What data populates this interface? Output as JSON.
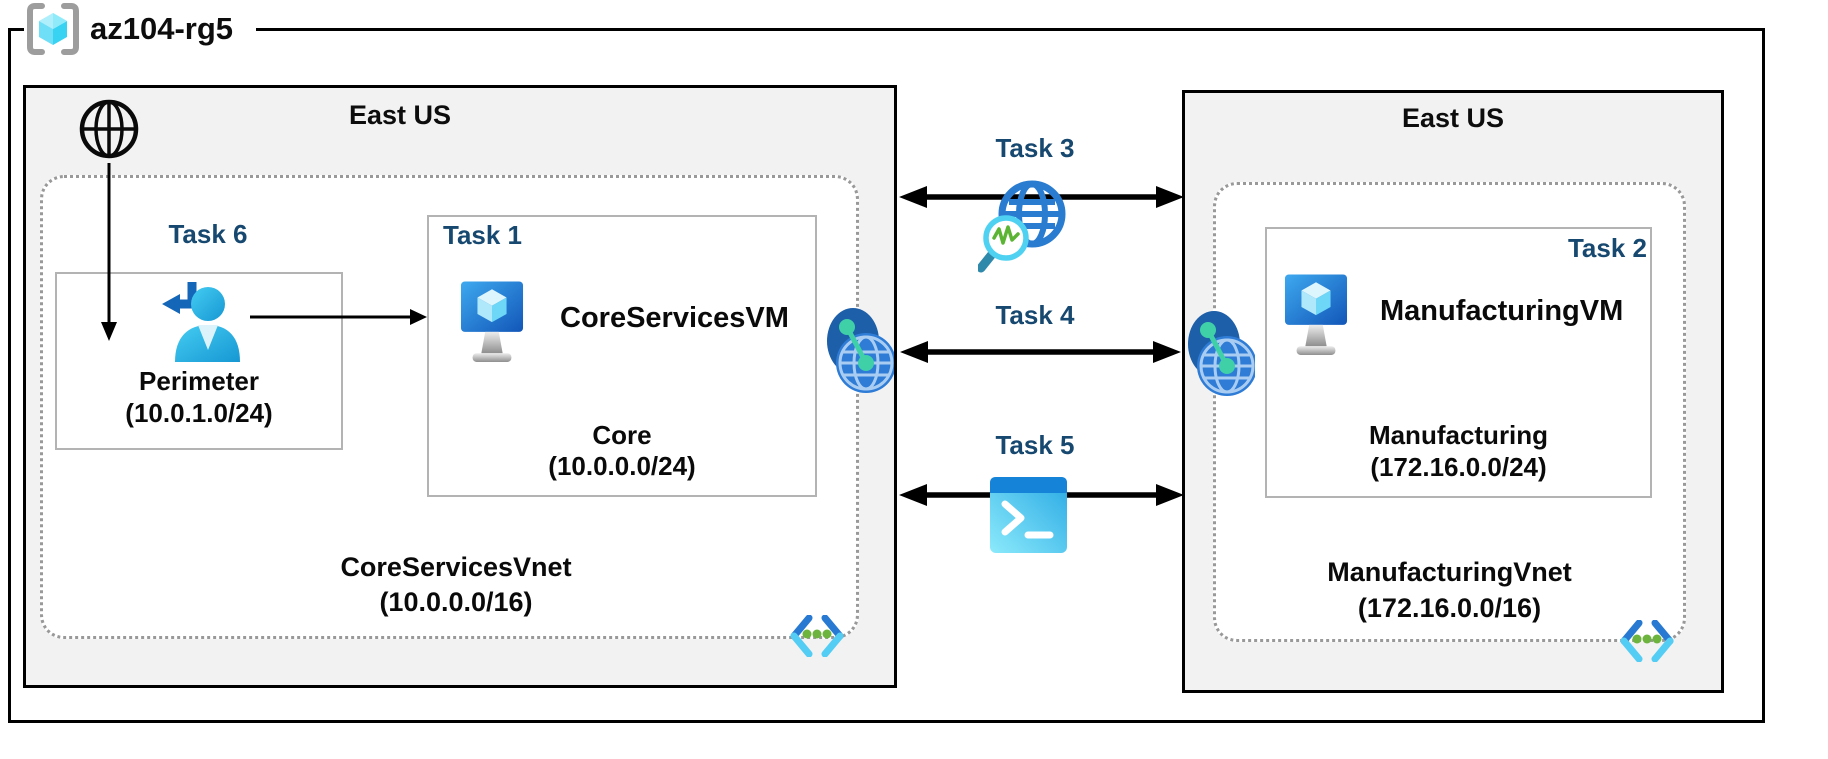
{
  "resource_group": {
    "name": "az104-rg5"
  },
  "left_region": {
    "location": "East US",
    "task6_label": "Task 6",
    "perimeter_name": "Perimeter",
    "perimeter_cidr": "(10.0.1.0/24)",
    "task1_label": "Task 1",
    "vm_name": "CoreServicesVM",
    "subnet_name": "Core",
    "subnet_cidr": "(10.0.0.0/24)",
    "vnet_name": "CoreServicesVnet",
    "vnet_cidr": "(10.0.0.0/16)"
  },
  "right_region": {
    "location": "East US",
    "task2_label": "Task 2",
    "vm_name": "ManufacturingVM",
    "subnet_name": "Manufacturing",
    "subnet_cidr": "(172.16.0.0/24)",
    "vnet_name": "ManufacturingVnet",
    "vnet_cidr": "(172.16.0.0/16)"
  },
  "connections": {
    "task3_label": "Task 3",
    "task4_label": "Task 4",
    "task5_label": "Task 5"
  },
  "icons": {
    "resource_group": "resource-group-icon",
    "internet": "internet-globe-icon",
    "perimeter_user": "user-signin-icon",
    "virtual_machine": "virtual-machine-icon",
    "vnet_peering": "vnet-peering-icon",
    "network_watcher": "network-watcher-icon",
    "cloud_shell": "cloud-shell-icon",
    "virtual_network": "virtual-network-icon"
  },
  "colors": {
    "task_label": "#17486f",
    "region_background": "#f2f2f2",
    "azure_blue": "#2e7cd6",
    "cyan_accent": "#50e0f5",
    "green_accent": "#6cb43e",
    "arrow": "#000000"
  }
}
